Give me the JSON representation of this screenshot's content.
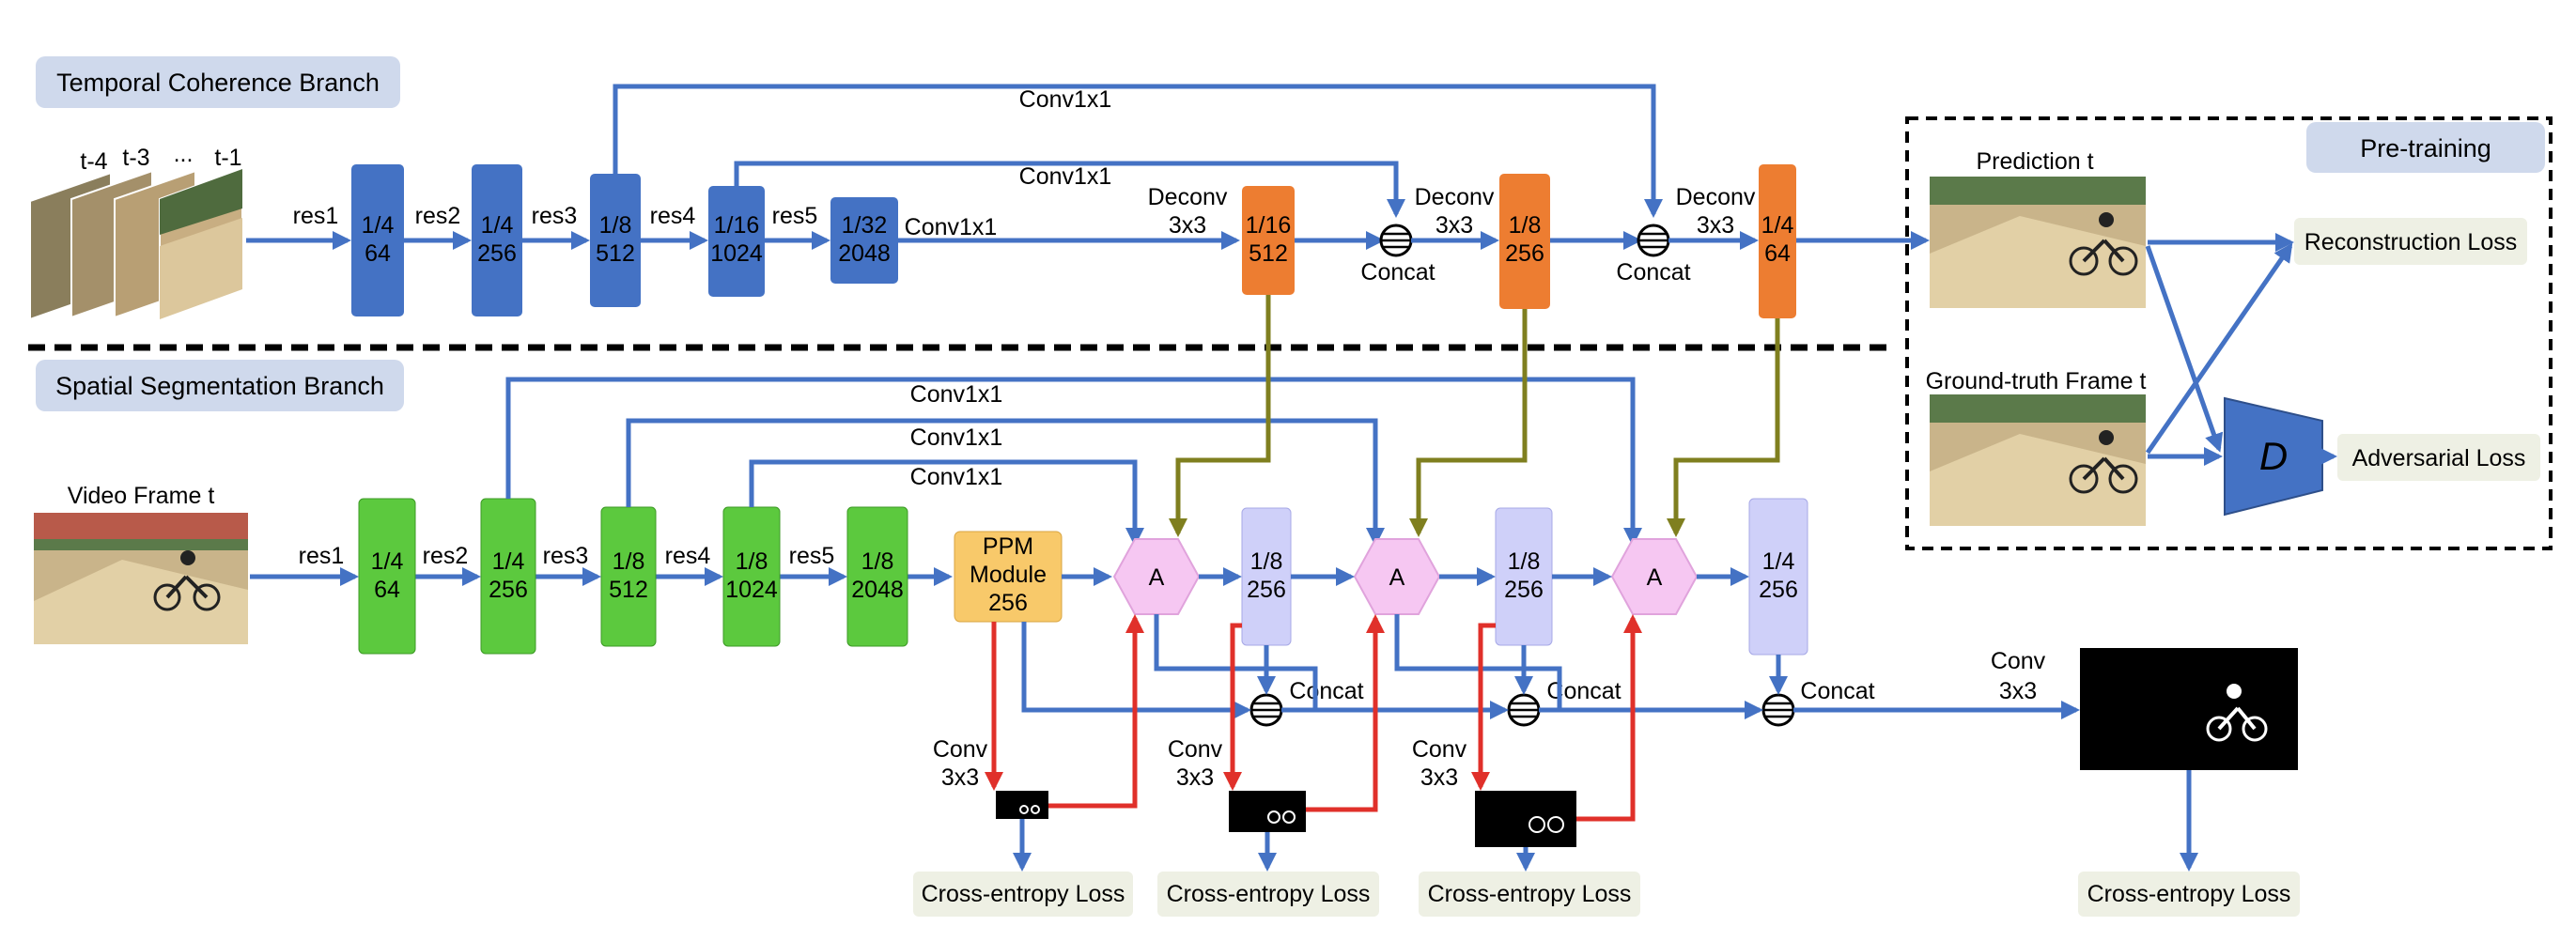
{
  "branches": {
    "temporal": "Temporal Coherence Branch",
    "spatial": "Spatial Segmentation Branch",
    "pretraining": "Pre-training"
  },
  "frame_labels": [
    "t-4",
    "t-3",
    "...",
    "t-1"
  ],
  "input_label": "Video Frame t",
  "prediction_label": "Prediction t",
  "gt_label": "Ground-truth Frame t",
  "stage_labels": [
    "res1",
    "res2",
    "res3",
    "res4",
    "res5"
  ],
  "temporal_blocks": [
    {
      "scale": "1/4",
      "channels": "64"
    },
    {
      "scale": "1/4",
      "channels": "256"
    },
    {
      "scale": "1/8",
      "channels": "512"
    },
    {
      "scale": "1/16",
      "channels": "1024"
    },
    {
      "scale": "1/32",
      "channels": "2048"
    }
  ],
  "decoder_blocks": [
    {
      "scale": "1/16",
      "channels": "512"
    },
    {
      "scale": "1/8",
      "channels": "256"
    },
    {
      "scale": "1/4",
      "channels": "64"
    }
  ],
  "spatial_blocks": [
    {
      "scale": "1/4",
      "channels": "64"
    },
    {
      "scale": "1/4",
      "channels": "256"
    },
    {
      "scale": "1/8",
      "channels": "512"
    },
    {
      "scale": "1/8",
      "channels": "1024"
    },
    {
      "scale": "1/8",
      "channels": "2048"
    }
  ],
  "ppm": {
    "line1": "PPM",
    "line2": "Module",
    "line3": "256"
  },
  "attention_label": "A",
  "refine_blocks": [
    {
      "scale": "1/8",
      "channels": "256"
    },
    {
      "scale": "1/8",
      "channels": "256"
    },
    {
      "scale": "1/4",
      "channels": "256"
    }
  ],
  "ops": {
    "conv1x1": "Conv1x1",
    "deconv": "Deconv",
    "conv": "Conv",
    "k3x3": "3x3",
    "concat": "Concat"
  },
  "losses": {
    "reconstruction": "Reconstruction Loss",
    "adversarial": "Adversarial Loss",
    "cross_entropy": "Cross-entropy Loss",
    "discriminator": "D"
  },
  "colors": {
    "temporal_block": "#4472c4",
    "decoder_block": "#ed7d31",
    "spatial_block": "#5cc93e",
    "ppm": "#f8c96a",
    "attention": "#f6c7f2",
    "refine_block": "#cfd0f9",
    "pill_bg": "#cfd9ec",
    "loss_bg": "#eef0e4",
    "skip_line": "#4472c4",
    "fusion_line": "#7f7f1f",
    "aux_line": "#e0302a"
  }
}
